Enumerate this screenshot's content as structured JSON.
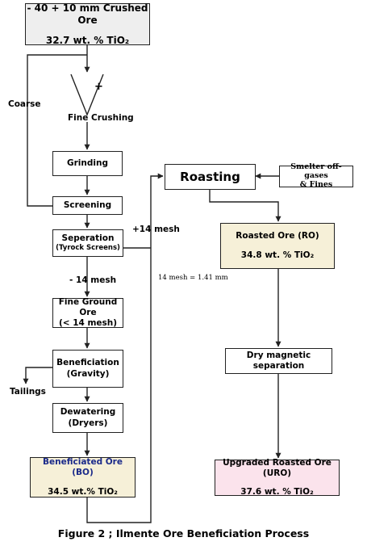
{
  "nodes": {
    "crushed_ore": {
      "title": "- 40 + 10 mm Crushed Ore",
      "value": "32.7 wt. % TiO₂"
    },
    "fine_crushing": {
      "label": "Fine Crushing",
      "symbol": "+"
    },
    "grinding": {
      "label": "Grinding"
    },
    "screening": {
      "label": "Screening"
    },
    "separation": {
      "label": "Seperation",
      "sub": "(Tyrock Screens)"
    },
    "fine_ground": {
      "line1": "Fine Ground Ore",
      "line2": "(< 14 mesh)"
    },
    "beneficiation": {
      "line1": "Beneficiation",
      "line2": "(Gravity)"
    },
    "dewatering": {
      "line1": "Dewatering",
      "line2": "(Dryers)"
    },
    "beneficiated_ore": {
      "title": "Beneficiated Ore (BO)",
      "value": "34.5 wt.% TiO₂"
    },
    "roasting": {
      "label": "Roasting"
    },
    "smelter": {
      "line1": "Smelter off-gases",
      "line2": "& Fines"
    },
    "roasted_ore": {
      "title": "Roasted Ore (RO)",
      "value": "34.8 wt. % TiO₂"
    },
    "dry_magnetic": {
      "label": "Dry magnetic separation"
    },
    "upgraded_ore": {
      "title": "Upgraded Roasted Ore (URO)",
      "value": "37.6 wt. % TiO₂"
    }
  },
  "edge_labels": {
    "coarse": "Coarse",
    "plus_14": "+14 mesh",
    "minus_14": "- 14 mesh",
    "mesh_note": "14 mesh = 1.41 mm",
    "tailings": "Tailings"
  },
  "caption": "Figure 2 ; Ilmente Ore Beneficiation Process"
}
